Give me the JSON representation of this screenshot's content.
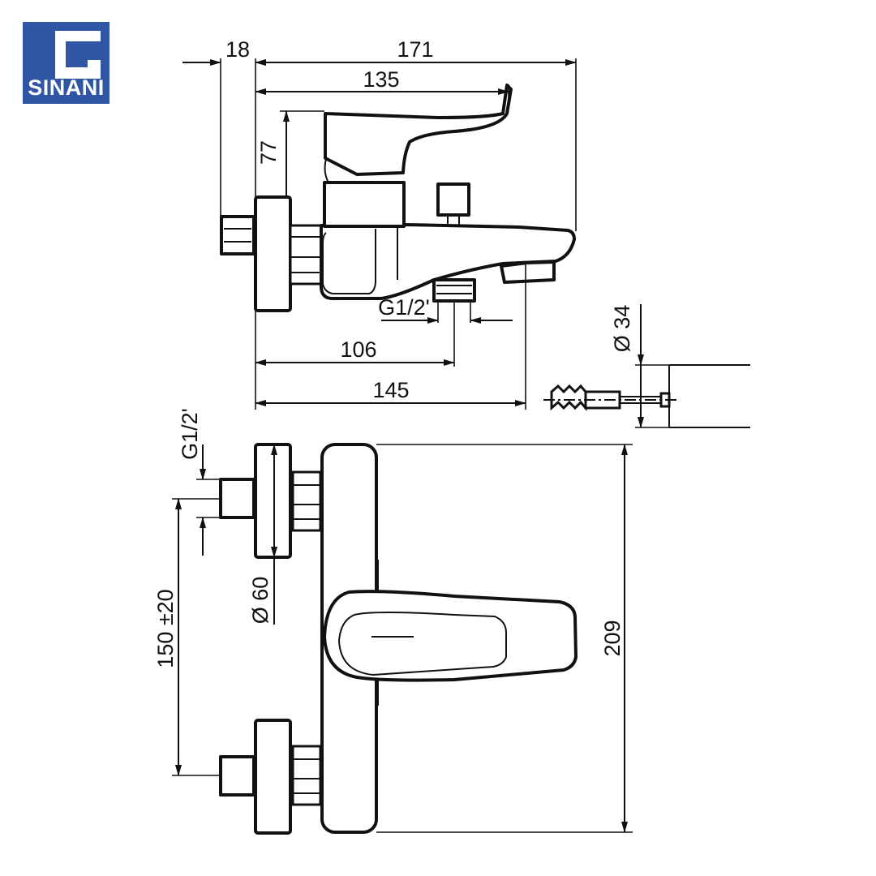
{
  "logo": {
    "text": "SINANI",
    "color": "#2f55a4"
  },
  "dimensions": {
    "d18": "18",
    "d171": "171",
    "d135": "135",
    "d77": "77",
    "g12_top": "G1/2'",
    "d106": "106",
    "d145": "145",
    "d34": "Ø 34",
    "g12_left": "G1/2'",
    "d60": "Ø 60",
    "d150": "150 ±20",
    "d209": "209"
  }
}
